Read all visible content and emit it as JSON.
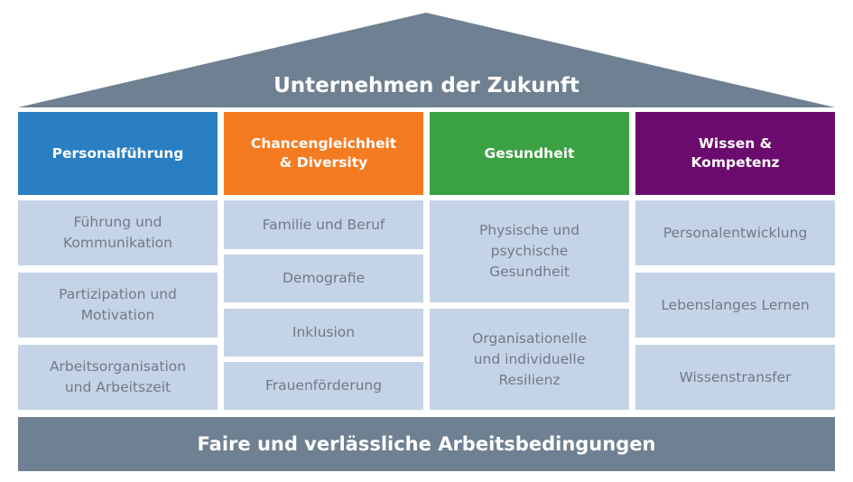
{
  "roof": {
    "title": "Unternehmen der Zukunft",
    "color": "#6e8091"
  },
  "pillars": [
    {
      "header": "Personalführung",
      "color": "#2a7fc2",
      "items": [
        "Führung und\nKommunikation",
        "Partizipation und\nMotivation",
        "Arbeitsorganisation\nund Arbeitszeit"
      ]
    },
    {
      "header": "Chancengleichheit\n& Diversity",
      "color": "#f57b21",
      "items": [
        "Familie und Beruf",
        "Demografie",
        "Inklusion",
        "Frauenförderung"
      ]
    },
    {
      "header": "Gesundheit",
      "color": "#3ba244",
      "items": [
        "Physische und\npsychische\nGesundheit",
        "Organisationelle\nund individuelle\nResilienz"
      ]
    },
    {
      "header": "Wissen &\nKompetenz",
      "color": "#6c0b6e",
      "items": [
        "Personalentwicklung",
        "Lebenslanges Lernen",
        "Wissenstransfer"
      ]
    }
  ],
  "foundation": {
    "label": "Faire und verlässliche Arbeitsbedingungen",
    "color": "#6e8091"
  },
  "colors": {
    "cell_bg": "#c5d3e6",
    "cell_text": "#6f7b88"
  }
}
